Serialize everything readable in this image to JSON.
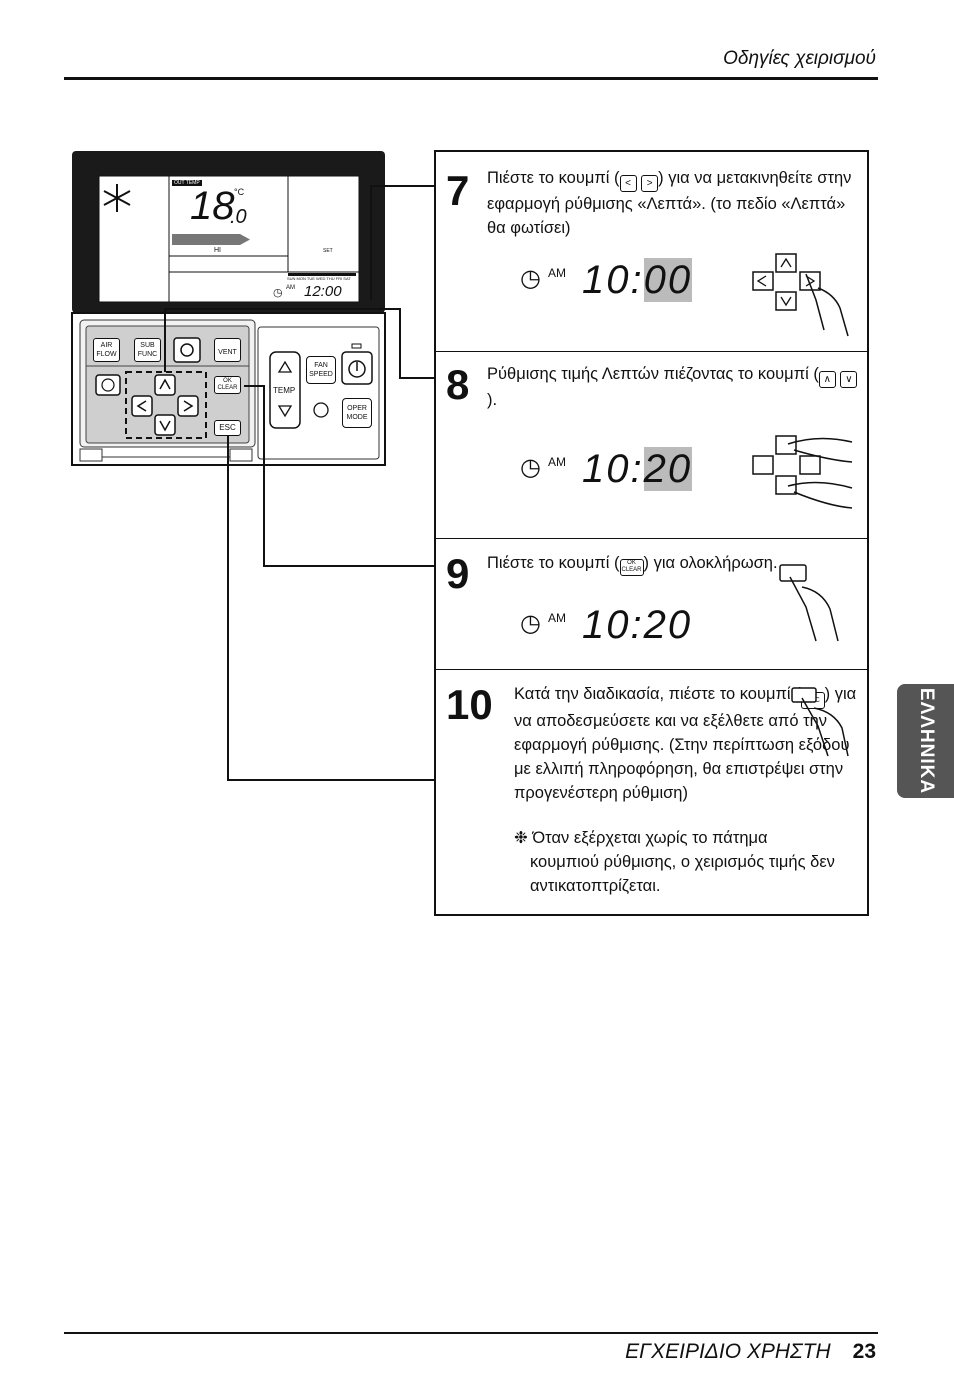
{
  "header": {
    "title": "Οδηγίες χειρισμού"
  },
  "footer": {
    "manual": "ΕΓΧΕΙΡΙΔΙΟ ΧΡΗΣΤΗ",
    "page": "23"
  },
  "side_tab": {
    "label": "ΕΛΛΗΝΙΚΑ"
  },
  "remote": {
    "display": {
      "label_top": "OUT TEMP",
      "temp_main": "18",
      "temp_dec": ".0",
      "unit": "°C",
      "fan_level": "HI",
      "days": "SUN MON TUE WED THU FRI SAT",
      "set_label": "SET",
      "clock_ampm": "AM",
      "clock": "12:00"
    },
    "buttons": {
      "air_flow": "AIR FLOW",
      "sub_func": "SUB FUNC",
      "vent": "VENT",
      "ok_clear": "OK CLEAR",
      "esc": "ESC",
      "fan_speed": "FAN SPEED",
      "temp": "TEMP",
      "oper_mode": "OPER MODE"
    }
  },
  "steps": [
    {
      "num": "7",
      "text_a": "Πιέστε το κουμπί (",
      "text_b": ") για να μετακινηθείτε στην εφαρμογή ρύθμισης «Λεπτά». (το πεδίο «Λεπτά» θα φωτίσει)",
      "clock_ampm": "AM",
      "clock_h": "10:",
      "clock_m": "00"
    },
    {
      "num": "8",
      "text_a": "Ρύθμισης τιμής Λεπτών πιέζοντας το κουμπί (",
      "text_b": ").",
      "clock_ampm": "AM",
      "clock_h": "10:",
      "clock_m": "20"
    },
    {
      "num": "9",
      "text_a": "Πιέστε το κουμπί (",
      "text_b": ") για ολοκλήρωση.",
      "clock_ampm": "AM",
      "clock_h": "10:",
      "clock_m": "20"
    },
    {
      "num": "10",
      "text_a": "Κατά την διαδικασία, πιέστε το κουμπί (",
      "text_b": ") για να αποδεσμεύσετε και να εξέλθετε από την εφαρμογή ρύθμισης. (Στην περίπτωση εξόδου με ελλιπή πληροφόρηση, θα επιστρέψει στην προγενέστερη ρύθμιση)",
      "note": "❉ Όταν εξέρχεται χωρίς το πάτημα κουμπιού ρύθμισης, ο χειρισμός τιμής δεν αντικατοπτρίζεται."
    }
  ],
  "key_labels": {
    "left": "<",
    "right": ">",
    "up": "∧",
    "down": "∨",
    "ok": "OK CLEAR",
    "esc": "ESC"
  }
}
